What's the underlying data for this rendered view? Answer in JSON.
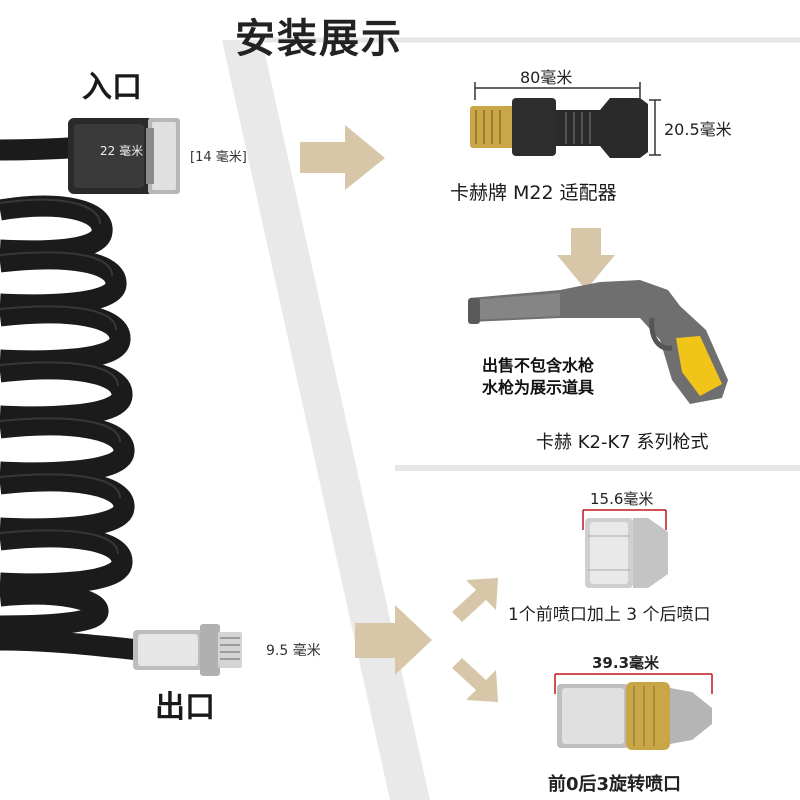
{
  "title": "安装展示",
  "inlet": {
    "label": "入口",
    "thread_label": "22 毫米",
    "inner_label": "[14 毫米]"
  },
  "outlet": {
    "label": "出口",
    "size_label": "9.5 毫米"
  },
  "adapter": {
    "length_label": "80毫米",
    "diameter_label": "20.5毫米",
    "name": "卡赫牌 M22 适配器"
  },
  "gun": {
    "note_line1": "出售不包含水枪",
    "note_line2": "水枪为展示道具",
    "caption": "卡赫 K2-K7 系列枪式"
  },
  "nozzle_1": {
    "size_label": "15.6毫米",
    "caption": "1个前喷口加上 3 个后喷口"
  },
  "nozzle_2": {
    "size_label": "39.3毫米",
    "caption": "前0后3旋转喷口"
  },
  "colors": {
    "hose": "#1b1b1b",
    "arrow": "#d7c7a8",
    "guide_line": "#e3e3e3",
    "dimension_red": "#c0181b",
    "gun_yellow": "#f0c419",
    "brass": "#c9a647",
    "steel": "#c8c8c8"
  }
}
